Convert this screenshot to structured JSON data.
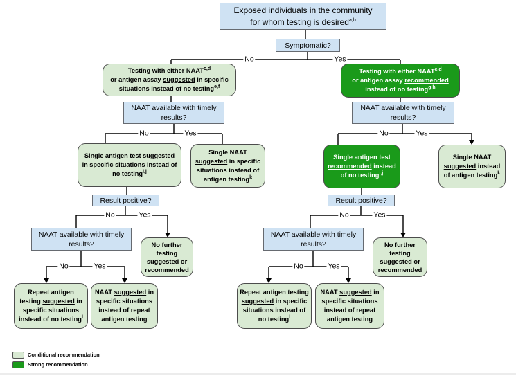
{
  "colors": {
    "conditional": "#d9ead3",
    "strong": "#1a9a1a",
    "question": "#cfe2f3",
    "line": "#000000"
  },
  "labels": {
    "no": "No",
    "yes": "Yes"
  },
  "legend": {
    "conditional": "Conditional recommendation",
    "strong": "Strong recommendation"
  },
  "nodes": {
    "exposed": {
      "segments": [
        {
          "t": "Exposed individuals in the community"
        },
        {
          "br": true
        },
        {
          "t": "for whom testing is desired"
        },
        {
          "sup": "a,b"
        }
      ]
    },
    "symptomatic": {
      "text": "Symptomatic?"
    },
    "naat_available": {
      "text": "NAAT available with timely results?"
    },
    "result_positive": {
      "text": "Result positive?"
    },
    "testing_suggested": {
      "segments": [
        {
          "t": "Testing with either NAAT"
        },
        {
          "sup": "c,d"
        },
        {
          "br": true
        },
        {
          "t": "or antigen assay "
        },
        {
          "u": "suggested"
        },
        {
          "t": " in specific"
        },
        {
          "br": true
        },
        {
          "t": "situations instead of no testing"
        },
        {
          "sup": "e,f"
        }
      ]
    },
    "testing_recommended": {
      "segments": [
        {
          "t": "Testing with either NAAT"
        },
        {
          "sup": "c,d"
        },
        {
          "br": true
        },
        {
          "t": "or antigen assay "
        },
        {
          "u": "recommended"
        },
        {
          "br": true
        },
        {
          "t": "instead of no testing"
        },
        {
          "sup": "g,h"
        }
      ]
    },
    "single_antigen_suggested": {
      "segments": [
        {
          "t": "Single antigen test "
        },
        {
          "u": "suggested"
        },
        {
          "br": true
        },
        {
          "t": "in specific situations instead of"
        },
        {
          "br": true
        },
        {
          "t": "no testing"
        },
        {
          "sup": "i,j"
        }
      ]
    },
    "single_naat_suggested_specific": {
      "segments": [
        {
          "t": "Single NAAT"
        },
        {
          "br": true
        },
        {
          "u": "suggested"
        },
        {
          "t": " in specific"
        },
        {
          "br": true
        },
        {
          "t": "situations instead of"
        },
        {
          "br": true
        },
        {
          "t": "antigen testing"
        },
        {
          "sup": "k"
        }
      ]
    },
    "single_antigen_recommended": {
      "segments": [
        {
          "t": "Single antigen test"
        },
        {
          "br": true
        },
        {
          "u": "recommended"
        },
        {
          "t": " instead"
        },
        {
          "br": true
        },
        {
          "t": "of no testing"
        },
        {
          "sup": "i,j"
        }
      ]
    },
    "single_naat_suggested": {
      "segments": [
        {
          "t": "Single NAAT"
        },
        {
          "br": true
        },
        {
          "u": "suggested"
        },
        {
          "t": " instead"
        },
        {
          "br": true
        },
        {
          "t": "of antigen testing"
        },
        {
          "sup": "k"
        }
      ]
    },
    "no_further_testing": {
      "segments": [
        {
          "t": "No further"
        },
        {
          "br": true
        },
        {
          "t": "testing"
        },
        {
          "br": true
        },
        {
          "t": "suggested or"
        },
        {
          "br": true
        },
        {
          "t": "recommended"
        }
      ]
    },
    "repeat_antigen_left": {
      "segments": [
        {
          "t": "Repeat antigen"
        },
        {
          "br": true
        },
        {
          "t": "testing "
        },
        {
          "u": "suggested"
        },
        {
          "t": " in"
        },
        {
          "br": true
        },
        {
          "t": "specific situations"
        },
        {
          "br": true
        },
        {
          "t": "instead of no testing"
        },
        {
          "sup": "l"
        }
      ]
    },
    "repeat_antigen_right": {
      "segments": [
        {
          "t": "Repeat antigen testing"
        },
        {
          "br": true
        },
        {
          "u": "suggested"
        },
        {
          "t": " in specific"
        },
        {
          "br": true
        },
        {
          "t": "situations instead of"
        },
        {
          "br": true
        },
        {
          "t": "no testing"
        },
        {
          "sup": "l"
        }
      ]
    },
    "naat_repeat_suggested": {
      "segments": [
        {
          "t": "NAAT "
        },
        {
          "u": "suggested"
        },
        {
          "t": " in"
        },
        {
          "br": true
        },
        {
          "t": "specific situations"
        },
        {
          "br": true
        },
        {
          "t": "instead of repeat"
        },
        {
          "br": true
        },
        {
          "t": "antigen testing"
        }
      ]
    }
  }
}
